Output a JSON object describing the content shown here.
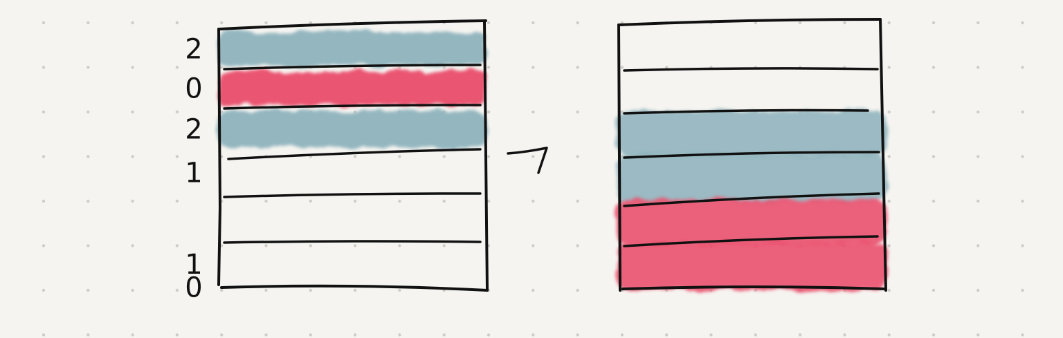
{
  "colors": {
    "background": "#f5f4f0",
    "dot": "#cfcdc8",
    "ink": "#111111",
    "teal": "#8fb3bd",
    "red": "#ea4d6c",
    "empty": "#ffffff"
  },
  "left_grid": {
    "rows": [
      {
        "label": "2",
        "color": "teal"
      },
      {
        "label": "0",
        "color": "red"
      },
      {
        "label": "2",
        "color": "teal"
      },
      {
        "label": "1",
        "color": "empty"
      },
      {
        "label": "",
        "color": "empty"
      },
      {
        "label": "1",
        "color": "empty"
      },
      {
        "label": "0",
        "color": "red"
      }
    ]
  },
  "arrow_icon": "right-arrow-icon",
  "right_grid": {
    "rows": [
      {
        "color": "empty"
      },
      {
        "color": "empty"
      },
      {
        "color": "teal"
      },
      {
        "color": "teal"
      },
      {
        "color": "red"
      },
      {
        "color": "red"
      }
    ]
  }
}
